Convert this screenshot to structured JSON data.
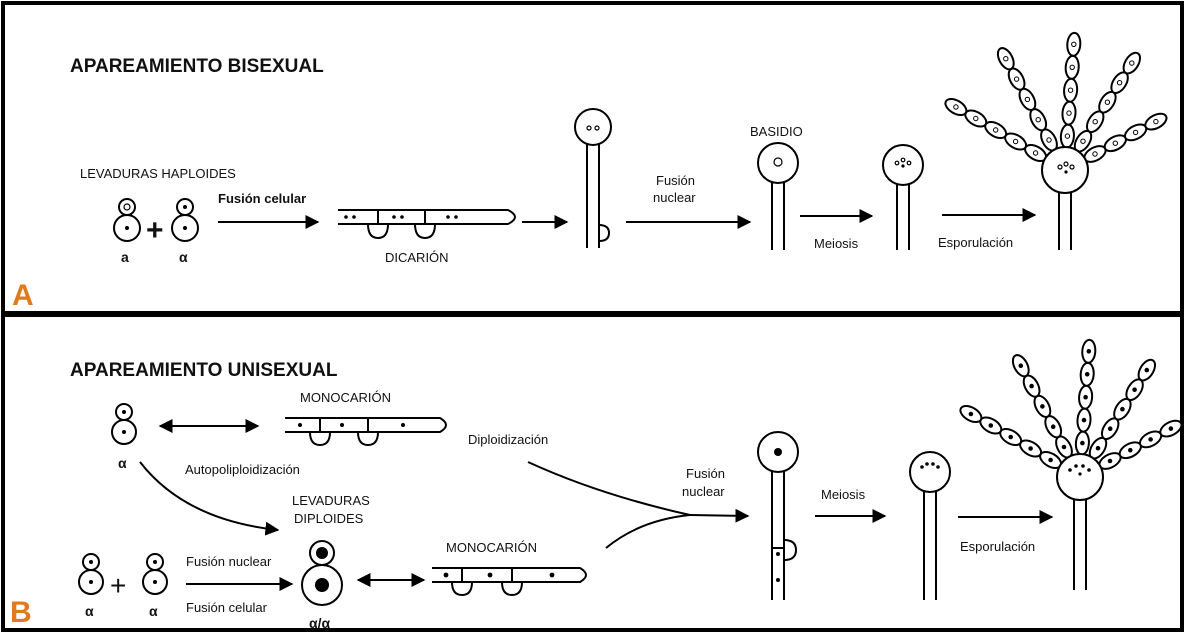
{
  "panel_a": {
    "letter": "A",
    "title": "APAREAMIENTO BISEXUAL",
    "yeast_label": "LEVADURAS HAPLOIDES",
    "mating_a": "a",
    "mating_alpha": "α",
    "plus": "+",
    "cell_fusion": "Fusión celular",
    "dikaryon": "DICARIÓN",
    "nuclear_fusion_line1": "Fusión",
    "nuclear_fusion_line2": "nuclear",
    "basidium": "BASIDIO",
    "meiosis": "Meiosis",
    "sporulation": "Esporulación"
  },
  "panel_b": {
    "letter": "B",
    "title": "APAREAMIENTO UNISEXUAL",
    "alpha": "α",
    "plus": "+",
    "monokaryon_top": "MONOCARIÓN",
    "autopolyploidization": "Autopoliploidización",
    "diploidization": "Diploidización",
    "diploid_line1": "LEVADURAS",
    "diploid_line2": "DIPLOIDES",
    "nuclear_fusion_small": "Fusión nuclear",
    "cell_fusion_small": "Fusión celular",
    "diploid_type": "α/α",
    "monokaryon_bottom": "MONOCARIÓN",
    "nuclear_fusion_line1": "Fusión",
    "nuclear_fusion_line2": "nuclear",
    "meiosis": "Meiosis",
    "sporulation": "Esporulación"
  },
  "colors": {
    "panel_letter": "#e07a1f",
    "border": "#000000"
  }
}
